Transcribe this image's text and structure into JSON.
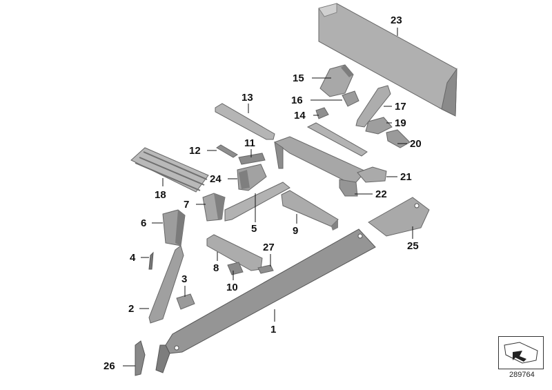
{
  "diagram": {
    "reference_number": "289764",
    "part_labels": [
      "1",
      "2",
      "3",
      "4",
      "5",
      "6",
      "7",
      "8",
      "9",
      "10",
      "11",
      "12",
      "13",
      "14",
      "15",
      "16",
      "17",
      "18",
      "19",
      "20",
      "21",
      "22",
      "23",
      "24",
      "25",
      "26",
      "27"
    ]
  },
  "colors": {
    "part_light": "#b7b7b7",
    "part_mid": "#9a9a9a",
    "part_dark": "#6e6e6e",
    "leader": "#111111"
  }
}
